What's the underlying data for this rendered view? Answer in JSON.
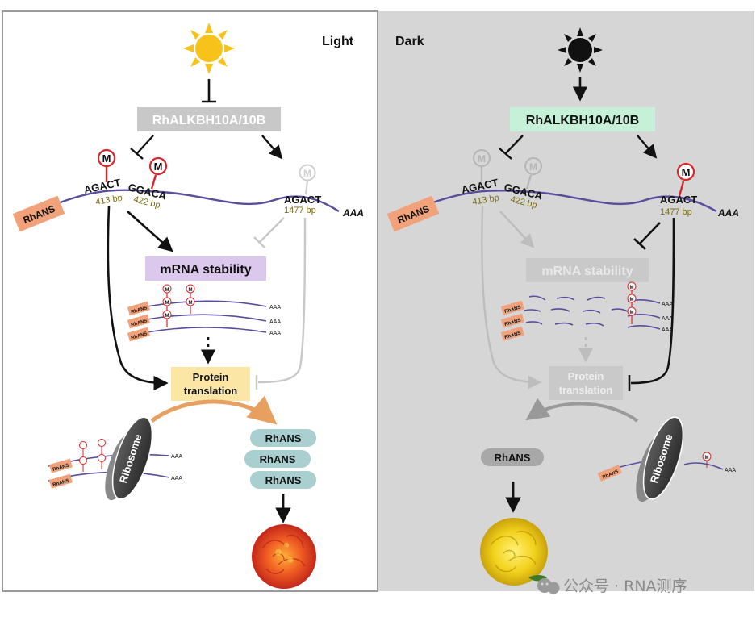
{
  "light": {
    "label": "Light",
    "enzyme": "RhALKBH10A/10B",
    "gene": "RhANS",
    "motif1": "AGACT",
    "motif1_pos": "413 bp",
    "motif2": "GGACA",
    "motif2_pos": "422 bp",
    "motif3": "AGACT",
    "motif3_pos": "1477 bp",
    "polya": "AAA",
    "mark": "M",
    "stability": "mRNA stability",
    "translation_line1": "Protein",
    "translation_line2": "translation",
    "ribosome": "Ribosome",
    "protein1": "RhANS",
    "protein2": "RhANS",
    "protein3": "RhANS"
  },
  "dark": {
    "label": "Dark",
    "enzyme": "RhALKBH10A/10B",
    "gene": "RhANS",
    "motif1": "AGACT",
    "motif1_pos": "413 bp",
    "motif2": "GGACA",
    "motif2_pos": "422 bp",
    "motif3": "AGACT",
    "motif3_pos": "1477 bp",
    "polya": "AAA",
    "mark": "M",
    "stability": "mRNA stability",
    "translation_line1": "Protein",
    "translation_line2": "translation",
    "ribosome": "Ribosome",
    "protein": "RhANS"
  },
  "small_labels": {
    "gene": "RhANS",
    "polya": "AAA",
    "mark": "M"
  },
  "watermark": "公众号 · RNA测序",
  "colors": {
    "sun": "#f7c21a",
    "enzyme_light": "#c8c8c8",
    "enzyme_dark": "#c6f0d8",
    "stability_bg": "#dcc8ec",
    "translation_bg": "#fbe6a6",
    "gene_box": "#f2a27a",
    "protein_box": "#a9cfd0",
    "mrna_line": "#5a4e9c",
    "m_red": "#d9262a",
    "dark_panel": "#d6d6d6"
  }
}
